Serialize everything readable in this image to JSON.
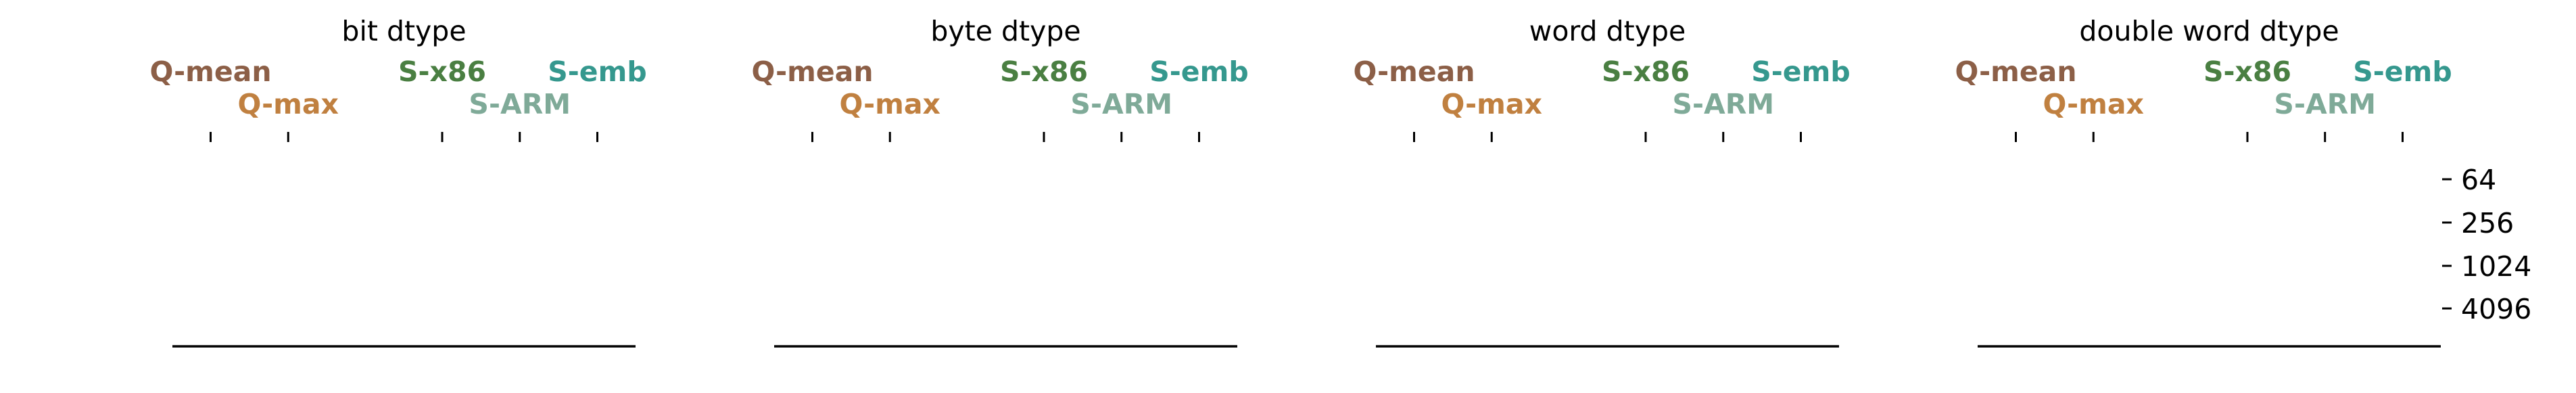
{
  "chart_data": [
    {
      "type": "bar",
      "title": "bit dtype",
      "categories": [
        "Q-mean",
        "Q-max",
        "S-x86",
        "S-ARM",
        "S-emb"
      ],
      "series": [
        {
          "values": [
            0,
            0,
            0,
            0,
            0
          ]
        }
      ],
      "y_scale": "log2",
      "y_ticks": [
        "64",
        "256",
        "1024",
        "4096"
      ],
      "yticks_visible": false,
      "x_axis_position": "top",
      "grid": false
    },
    {
      "type": "bar",
      "title": "byte dtype",
      "categories": [
        "Q-mean",
        "Q-max",
        "S-x86",
        "S-ARM",
        "S-emb"
      ],
      "series": [
        {
          "values": [
            0,
            0,
            0,
            0,
            0
          ]
        }
      ],
      "y_scale": "log2",
      "y_ticks": [
        "64",
        "256",
        "1024",
        "4096"
      ],
      "yticks_visible": false,
      "x_axis_position": "top",
      "grid": false
    },
    {
      "type": "bar",
      "title": "word dtype",
      "categories": [
        "Q-mean",
        "Q-max",
        "S-x86",
        "S-ARM",
        "S-emb"
      ],
      "series": [
        {
          "values": [
            0,
            0,
            0,
            0,
            0
          ]
        }
      ],
      "y_scale": "log2",
      "y_ticks": [
        "64",
        "256",
        "1024",
        "4096"
      ],
      "yticks_visible": false,
      "x_axis_position": "top",
      "grid": false
    },
    {
      "type": "bar",
      "title": "double word dtype",
      "categories": [
        "Q-mean",
        "Q-max",
        "S-x86",
        "S-ARM",
        "S-emb"
      ],
      "series": [
        {
          "values": [
            0,
            0,
            0,
            0,
            0
          ]
        }
      ],
      "y_scale": "log2",
      "y_ticks": [
        "64",
        "256",
        "1024",
        "4096"
      ],
      "yticks_visible": true,
      "x_axis_position": "top",
      "grid": false
    }
  ],
  "category_colors": {
    "Q-mean": "#8c5f47",
    "Q-max": "#c08040",
    "S-x86": "#4a7f42",
    "S-ARM": "#7faa98",
    "S-emb": "#35988e"
  }
}
